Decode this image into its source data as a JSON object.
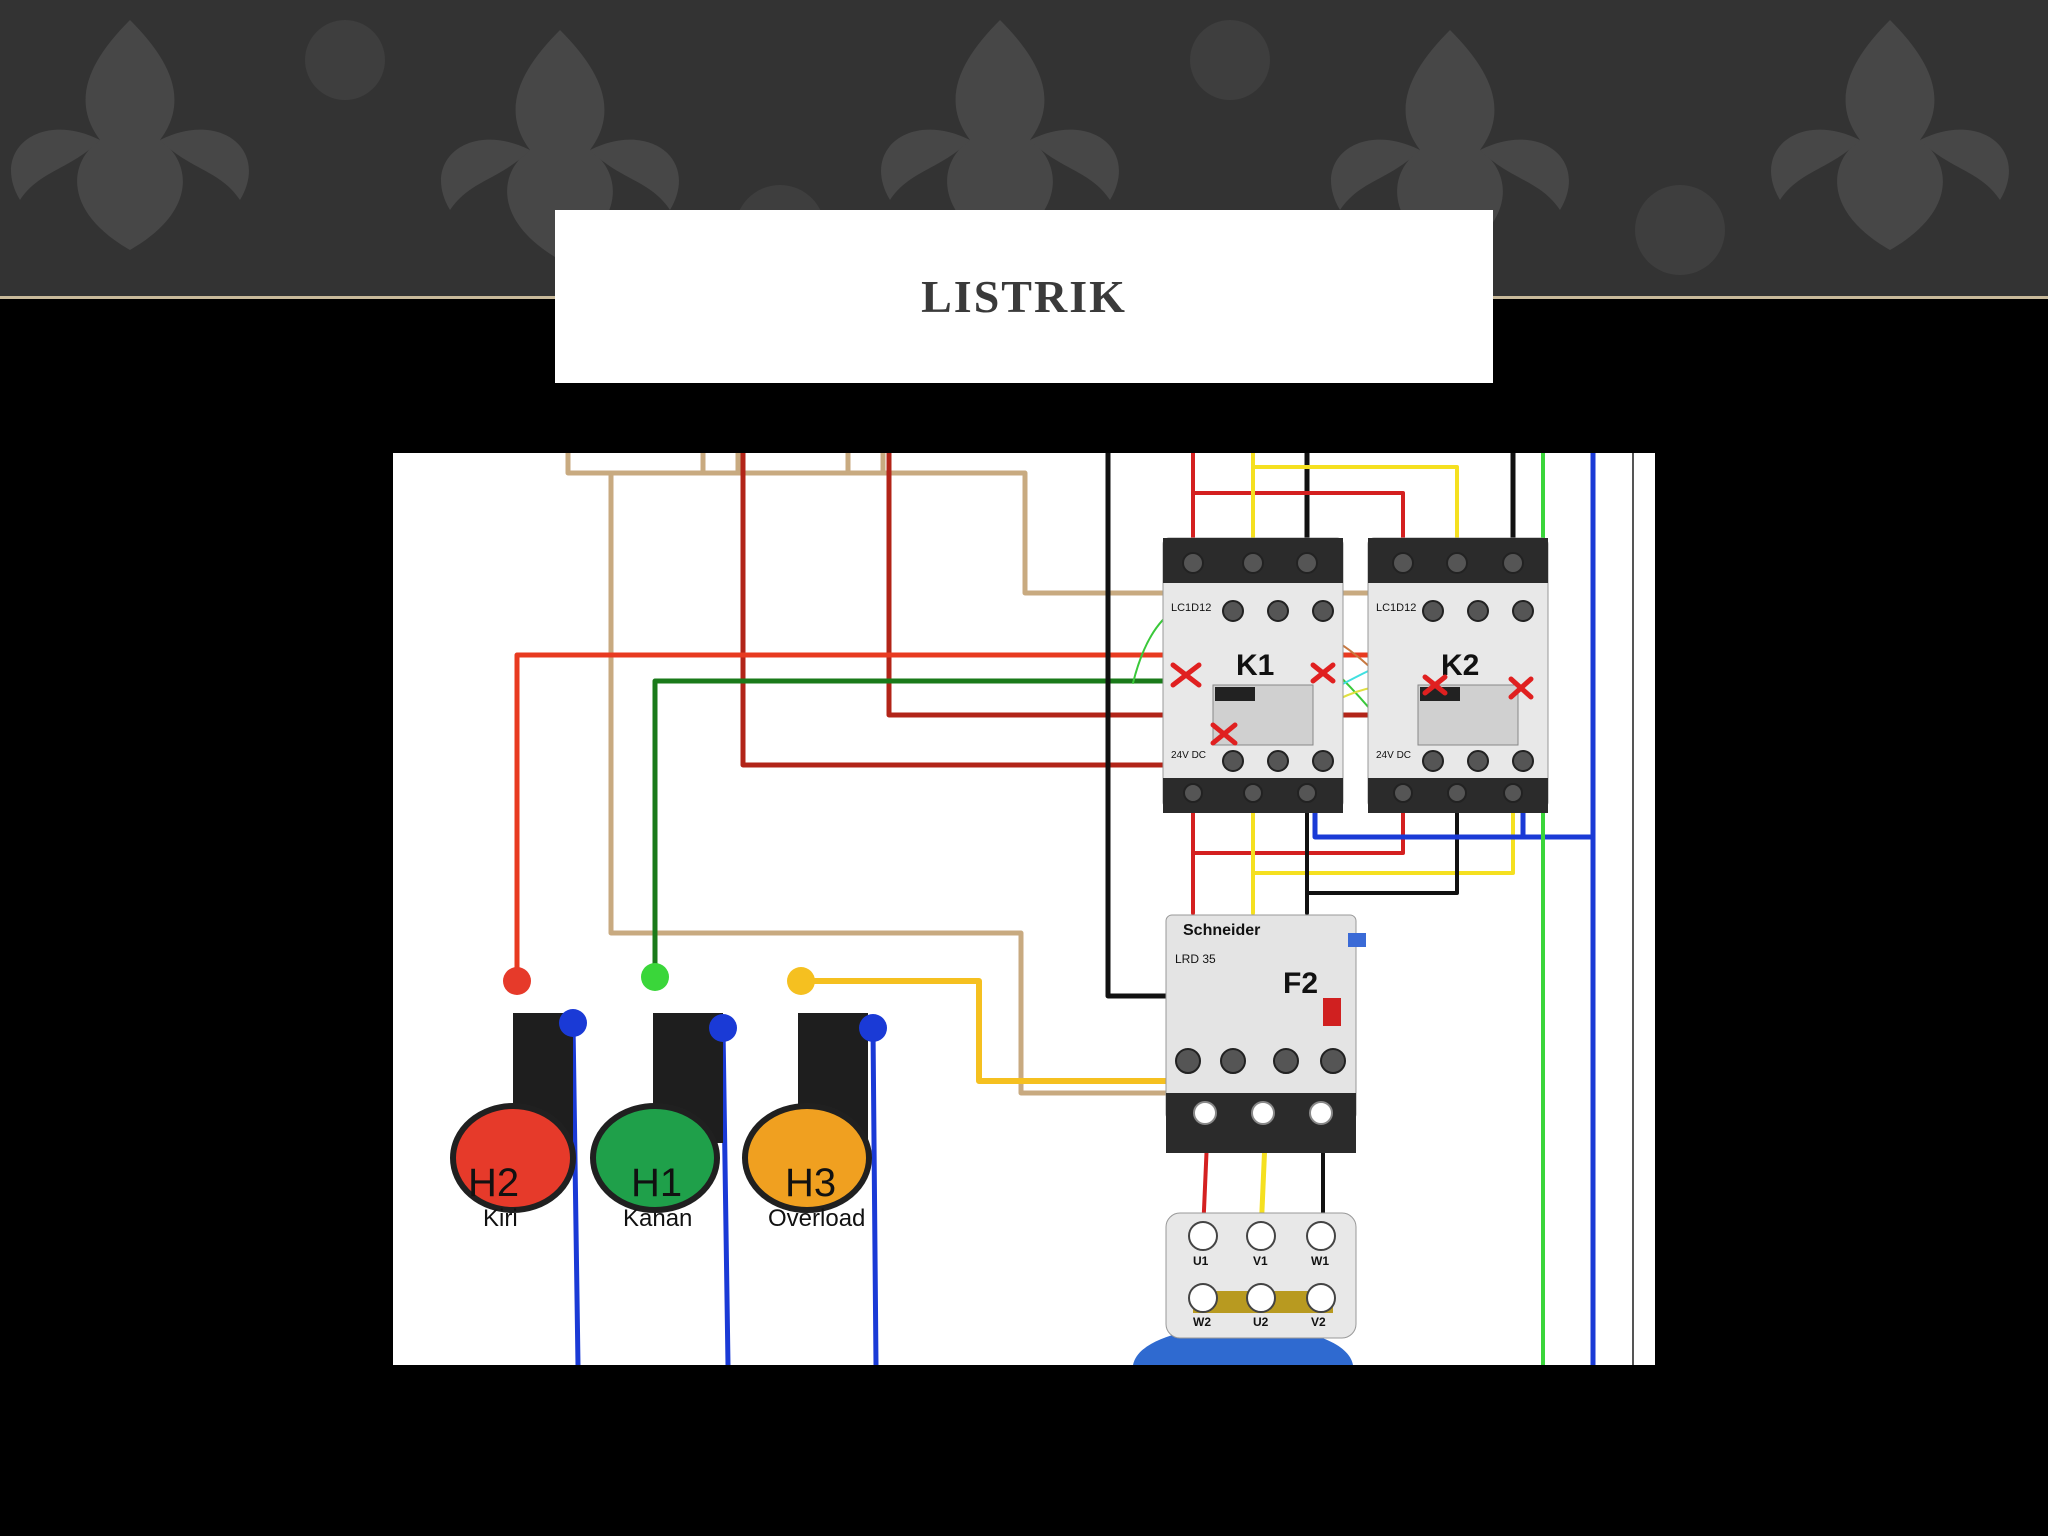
{
  "slide": {
    "title": "LISTRIK"
  },
  "colors": {
    "banner_bg": "#333333",
    "banner_ornament": "#4a4a4a",
    "banner_border": "#c8b99a",
    "slide_bg": "#000000",
    "title_box_bg": "#ffffff",
    "title_text": "#3a3a3a"
  },
  "diagram": {
    "contactors": [
      {
        "label": "K1",
        "model": "LC1D12",
        "supply": "24V DC"
      },
      {
        "label": "K2",
        "model": "LC1D12",
        "supply": "24V DC"
      }
    ],
    "relay": {
      "label": "F2",
      "brand": "Schneider",
      "model": "LRD 35"
    },
    "motor_terminals": [
      "U1",
      "V1",
      "W1",
      "W2",
      "U2",
      "V2"
    ],
    "lamps": [
      {
        "id": "H2",
        "caption": "Kiri",
        "color": "#e63a2a"
      },
      {
        "id": "H1",
        "caption": "Kanan",
        "color": "#1fa04a"
      },
      {
        "id": "H3",
        "caption": "Overload",
        "color": "#f0a020"
      }
    ]
  }
}
